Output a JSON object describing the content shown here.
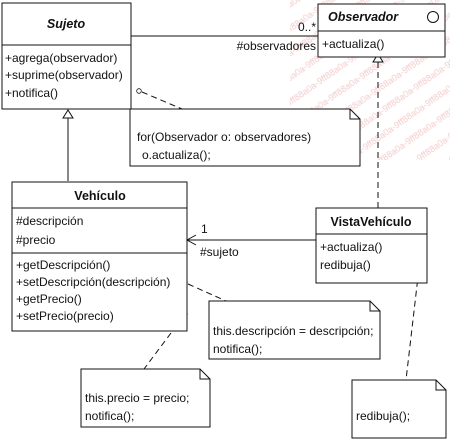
{
  "classes": {
    "sujeto": {
      "name": "Sujeto",
      "operations": [
        "+agrega(observador)",
        "+suprime(observador)",
        "+notifica()"
      ]
    },
    "observador": {
      "name": "Observador",
      "operations": [
        "+actualiza()"
      ]
    },
    "vehiculo": {
      "name": "Vehículo",
      "attributes": [
        "#descripción",
        "#precio"
      ],
      "operations": [
        "+getDescripción()",
        "+setDescripción(descripción)",
        "+getPrecio()",
        "+setPrecio(precio)"
      ]
    },
    "vista": {
      "name": "VistaVehículo",
      "operations": [
        "+actualiza()",
        "redibuja()"
      ]
    }
  },
  "associations": {
    "observadores": {
      "multiplicity": "0..*",
      "role": "#observadores"
    },
    "sujeto": {
      "multiplicity": "1",
      "role": "#sujeto"
    }
  },
  "notes": {
    "notifica": [
      "for(Observador o: observadores)",
      "o.actualiza();"
    ],
    "setDescripcion": [
      "this.descripción = descripción;",
      "notifica();"
    ],
    "setPrecio": [
      "this.precio = precio;",
      "notifica();"
    ],
    "redibuja": [
      "redibuja();"
    ]
  }
}
